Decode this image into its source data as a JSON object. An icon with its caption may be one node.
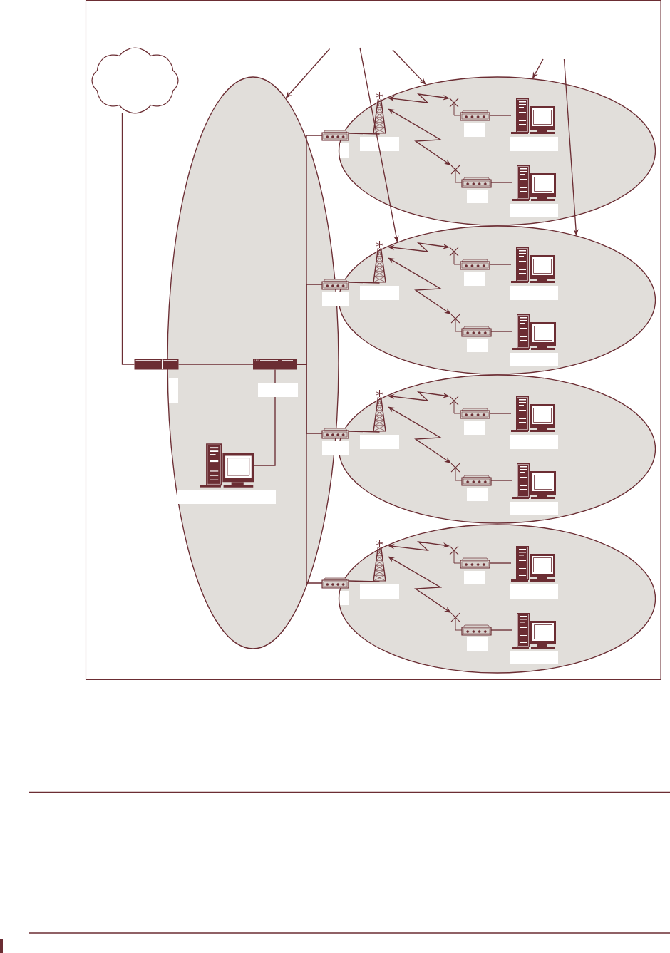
{
  "diagram": {
    "nodes": [
      {
        "text": [],
        "shape": "cloud"
      },
      {
        "text": [],
        "shape": "ellipse"
      },
      {
        "text": [],
        "shape": "bar"
      },
      {
        "text": [],
        "shape": "bar",
        "in": 1
      },
      {
        "text": [],
        "shape": "picture",
        "in": 1
      },
      {
        "text": [],
        "shape": "ellipse"
      },
      {
        "text": [],
        "shape": "picture"
      },
      {
        "text": [],
        "shape": "picture",
        "in": 5
      },
      {
        "text": [],
        "shape": "picture",
        "in": 5
      },
      {
        "text": [],
        "shape": "picture",
        "in": 5
      },
      {
        "text": [],
        "shape": "picture",
        "in": 5
      },
      {
        "text": [],
        "shape": "picture",
        "in": 5
      },
      {
        "text": [],
        "shape": "ellipse"
      },
      {
        "text": [],
        "shape": "picture"
      },
      {
        "text": [],
        "shape": "picture",
        "in": 12
      },
      {
        "text": [],
        "shape": "picture",
        "in": 12
      },
      {
        "text": [],
        "shape": "picture",
        "in": 12
      },
      {
        "text": [],
        "shape": "picture",
        "in": 12
      },
      {
        "text": [],
        "shape": "picture",
        "in": 12
      },
      {
        "text": [],
        "shape": "ellipse"
      },
      {
        "text": [],
        "shape": "picture"
      },
      {
        "text": [],
        "shape": "picture",
        "in": 19
      },
      {
        "text": [],
        "shape": "picture",
        "in": 19
      },
      {
        "text": [],
        "shape": "picture",
        "in": 19
      },
      {
        "text": [],
        "shape": "picture",
        "in": 19
      },
      {
        "text": [],
        "shape": "picture",
        "in": 19
      },
      {
        "text": [],
        "shape": "ellipse"
      },
      {
        "text": [],
        "shape": "picture"
      },
      {
        "text": [],
        "shape": "picture",
        "in": 26
      },
      {
        "text": [],
        "shape": "picture",
        "in": 26
      },
      {
        "text": [],
        "shape": "picture",
        "in": 26
      },
      {
        "text": [],
        "shape": "picture",
        "in": 26
      },
      {
        "text": [],
        "shape": "picture",
        "in": 26
      }
    ],
    "edges": [
      {
        "from": 0,
        "to": 2,
        "arrow": "none"
      },
      {
        "from": 2,
        "to": 3,
        "arrow": "none"
      },
      {
        "from": 3,
        "to": 4,
        "arrow": "none"
      },
      {
        "from": 3,
        "to": 6,
        "arrow": "none"
      },
      {
        "from": 3,
        "to": 13,
        "arrow": "none"
      },
      {
        "from": 3,
        "to": 20,
        "arrow": "none"
      },
      {
        "from": 3,
        "to": 27,
        "arrow": "none"
      },
      {
        "from": 6,
        "to": 7,
        "arrow": "none"
      },
      {
        "from": 7,
        "to": 8,
        "arrow": "both"
      },
      {
        "from": 7,
        "to": 10,
        "arrow": "both"
      },
      {
        "from": 8,
        "to": 9,
        "arrow": "none"
      },
      {
        "from": 10,
        "to": 11,
        "arrow": "none"
      },
      {
        "from": 13,
        "to": 14,
        "arrow": "none"
      },
      {
        "from": 14,
        "to": 15,
        "arrow": "both"
      },
      {
        "from": 14,
        "to": 17,
        "arrow": "both"
      },
      {
        "from": 15,
        "to": 16,
        "arrow": "none"
      },
      {
        "from": 17,
        "to": 18,
        "arrow": "none"
      },
      {
        "from": 20,
        "to": 21,
        "arrow": "none"
      },
      {
        "from": 21,
        "to": 22,
        "arrow": "both"
      },
      {
        "from": 21,
        "to": 24,
        "arrow": "both"
      },
      {
        "from": 22,
        "to": 23,
        "arrow": "none"
      },
      {
        "from": 24,
        "to": 25,
        "arrow": "none"
      },
      {
        "from": 27,
        "to": 28,
        "arrow": "none"
      },
      {
        "from": 28,
        "to": 29,
        "arrow": "both"
      },
      {
        "from": 28,
        "to": 31,
        "arrow": "both"
      },
      {
        "from": 29,
        "to": 30,
        "arrow": "none"
      },
      {
        "from": 31,
        "to": 32,
        "arrow": "none"
      },
      {
        "from": null,
        "to": 1,
        "arrow": "to"
      },
      {
        "from": null,
        "to": 12,
        "arrow": "to"
      },
      {
        "from": null,
        "to": 5,
        "arrow": "to"
      },
      {
        "from": null,
        "to": 5,
        "arrow": "to"
      },
      {
        "from": null,
        "to": 12,
        "arrow": "to"
      }
    ]
  }
}
